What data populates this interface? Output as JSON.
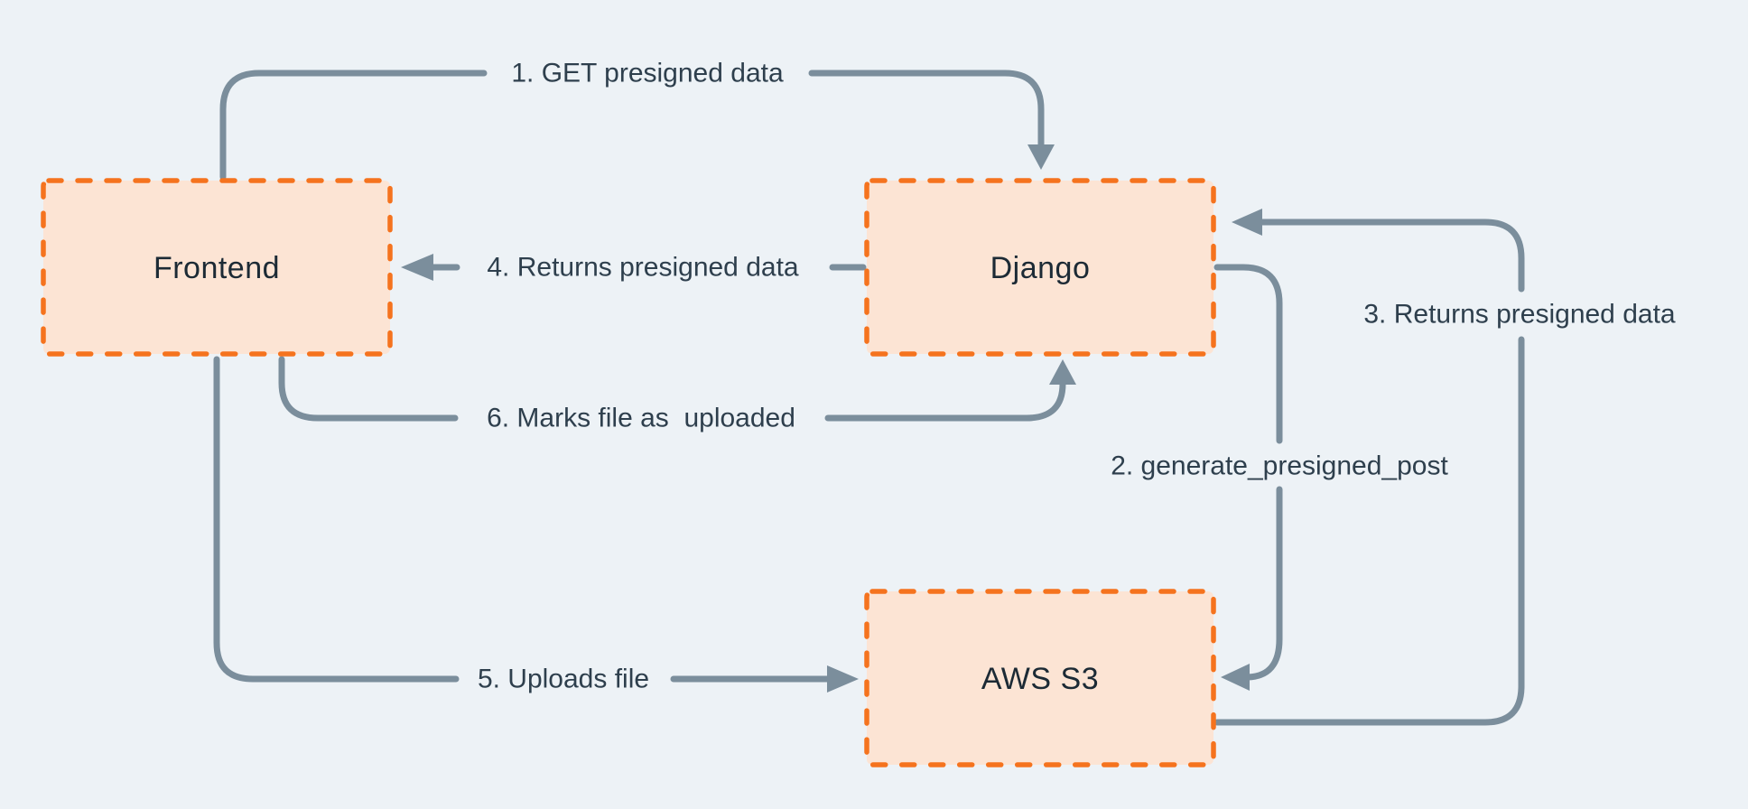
{
  "diagram": {
    "type": "flow-diagram",
    "colors": {
      "background": "#edf2f6",
      "node_fill": "#fce4d4",
      "node_border": "#f5731e",
      "arrow": "#7b8e9c",
      "label_text": "#2e3f4d",
      "node_text": "#1c2a35"
    },
    "nodes": {
      "frontend": {
        "label": "Frontend"
      },
      "django": {
        "label": "Django"
      },
      "aws_s3": {
        "label": "AWS S3"
      }
    },
    "flows": {
      "f1": {
        "label": "1. GET presigned data",
        "from": "Frontend",
        "to": "Django"
      },
      "f2": {
        "label": "2. generate_presigned_post",
        "from": "Django",
        "to": "AWS S3"
      },
      "f3": {
        "label": "3. Returns presigned data",
        "from": "AWS S3",
        "to": "Django"
      },
      "f4": {
        "label": "4. Returns presigned data",
        "from": "Django",
        "to": "Frontend"
      },
      "f5": {
        "label": "5. Uploads file",
        "from": "Frontend",
        "to": "AWS S3"
      },
      "f6": {
        "label": "6. Marks file as  uploaded",
        "from": "Frontend",
        "to": "Django"
      }
    }
  }
}
